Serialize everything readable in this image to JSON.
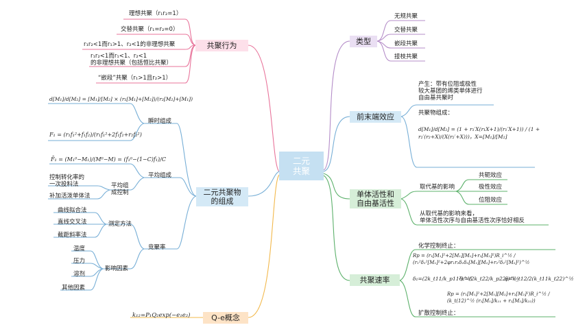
{
  "center": {
    "label": "二元\n共聚"
  },
  "branches": {
    "copoly_behavior": {
      "label": "共聚行为",
      "items": [
        "理想共聚（r₁r₂=1）",
        "交替共聚（r₁=r₂=0）",
        "r₁r₂<1而r₁>1、r₂<1的非理想共聚",
        "r₁r₂<1而r₁<1、r₂<1\n的非理想共聚（包括恒比共聚）",
        "“嵌段”共聚（r₁>1且r₂>1）"
      ]
    },
    "composition": {
      "label": "二元共聚物\n的组成",
      "instant": {
        "label": "瞬时组成",
        "eq1": "d[M₁]/d[M₂] = [M₁]/[M₂] × (r₁[M₁]+[M₂])/(r₂[M₂]+[M₁])",
        "eq2": "F₁ = (r₁f₁²+f₁f₂)/(r₁f₁²+2f₁f₂+r₂f₂²)"
      },
      "average": {
        "label": "平均组成",
        "eq": "F̄₁ = (M₁⁰−M₁)/(M⁰−M) = (f₁⁰−(1−C)f₁)/C",
        "control": {
          "label": "平均组\n成控制",
          "items": [
            "控制转化率的\n一次投料法",
            "补加活泼单体法"
          ]
        }
      },
      "reactivity": {
        "label": "竞聚率",
        "measure": {
          "label": "测定方法",
          "items": [
            "曲线拟合法",
            "直线交叉法",
            "截距斜率法"
          ]
        },
        "factors": {
          "label": "影响因素",
          "items": [
            "温度",
            "压力",
            "溶剂",
            "其他因素"
          ]
        }
      }
    },
    "q_e": {
      "label": "Q-e概念",
      "eq": "k₁₂=P₁Q₂exp(−e₁e₂)"
    },
    "types": {
      "label": "类型",
      "items": [
        "无规共聚",
        "交替共聚",
        "嵌段共聚",
        "接枝共聚"
      ]
    },
    "penultimate": {
      "label": "前末端效应",
      "origin": "产生：带有位阻或极性\n较大基团的烯类单体进行\n自由基共聚时",
      "comp_label": "共聚物组成：",
      "eq": "d[M₁]/d[M₂] = (1 + r₁′X(r₁X+1)/(r₁′X+1)) / (1 + r₂′(r₂+X)/(X(r₂′+X)))，X=[M₁]/[M₂]"
    },
    "activity": {
      "label": "单体活性和\n自由基活性",
      "subst_label": "取代基的影响",
      "effects": [
        "共轭效应",
        "极性效应",
        "位阻效应"
      ],
      "conclusion": "从取代基的影响来看，\n单体活性次序与自由基活性次序恰好相反"
    },
    "rate": {
      "label": "共聚速率",
      "chem_label": "化学控制终止：",
      "eq_chem": "Rp = (r₁[M₁]²+2[M₁][M₂]+r₂[M₂]²)R_i^½ / (r₁²δ₁²[M₁]²+2φr₁r₂δ₁δ₂[M₁][M₂]+r₂²δ₂²[M₂]²)^½",
      "delta1": "δ₁=(2k_t11/k_p11²)^½",
      "delta2": "δ₂=(2k_t22/k_p22²)^½",
      "phi": "φ=k_t12/2(k_t11k_t22)^½",
      "diff_label": "扩散控制终止：",
      "eq_diff": "Rp = (r₁[M₁]²+2[M₁][M₂]+r₂[M₂]²)R_i^½ / (k_t(12)^½ (r₁[M₁]/k₁₁ + r₂[M₂]/k₂₂))"
    }
  },
  "colors": {
    "pink": "#e8739a",
    "purple": "#b48cc8",
    "blue": "#76aed6",
    "orange": "#f2b84b",
    "green": "#5bb06a",
    "center": "#c5e0f2"
  }
}
